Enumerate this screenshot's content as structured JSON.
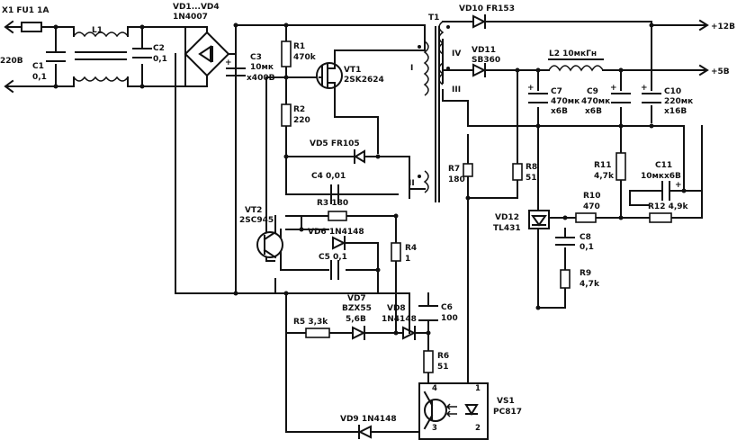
{
  "labels": {
    "x1_fu1": "X1  FU1  1A",
    "v220": "220В",
    "c1": "C1",
    "c1_val": "0,1",
    "l1": "L1",
    "c2": "C2",
    "c2_val": "0,1",
    "vd1_4": "VD1...VD4",
    "vd1_4_val": "1N4007",
    "c3": "C3",
    "c3_v1": "10мк",
    "c3_v2": "x400В",
    "r1": "R1",
    "r1_val": "470k",
    "vt1": "VT1",
    "vt1_val": "2SK2624",
    "r2": "R2",
    "r2_val": "220",
    "t1": "T1",
    "w1": "I",
    "w2": "II",
    "w3": "III",
    "w4": "IV",
    "vd10": "VD10  FR153",
    "vd11": "VD11",
    "vd11_val": "SB360",
    "out12": "+12В",
    "out5": "+5В",
    "l2": "L2  10мкГн",
    "c7": "C7",
    "c7_v1": "470мк",
    "c7_v2": "x6В",
    "c9": "C9",
    "c9_v1": "470мк",
    "c9_v2": "x6В",
    "c10": "C10",
    "c10_v1": "220мк",
    "c10_v2": "x16В",
    "vd5": "VD5  FR105",
    "c4": "C4  0,01",
    "r3": "R3  180",
    "vt2": "VT2",
    "vt2_val": "2SC945",
    "vd6": "VD6  1N4148",
    "c5": "C5  0,1",
    "r4": "R4",
    "r4_val": "1",
    "r7": "R7",
    "r7_val": "180",
    "r8": "R8",
    "r8_val": "51",
    "r11": "R11",
    "r11_val": "4,7k",
    "c11": "C11",
    "c11_val": "10мкх6В",
    "r10": "R10",
    "r10_val": "470",
    "r12": "R12  4,9k",
    "vd12": "VD12",
    "vd12_val": "TL431",
    "c8": "C8",
    "c8_val": "0,1",
    "r9": "R9",
    "r9_val": "4,7k",
    "vd7": "VD7",
    "vd7_v1": "BZX55",
    "vd7_v2": "5,6В",
    "vd8": "VD8",
    "vd8_val": "1N4148",
    "c6": "C6",
    "c6_val": "100",
    "r5": "R5  3,3k",
    "r6": "R6",
    "r6_val": "51",
    "vs1": "VS1",
    "vs1_val": "PC817",
    "vd9": "VD9  1N4148",
    "pin1": "1",
    "pin2": "2",
    "pin3": "3",
    "pin4": "4",
    "plus_c3": "+",
    "plus_c7": "+",
    "plus_c9": "+",
    "plus_c10": "+",
    "plus_c11": "+"
  }
}
